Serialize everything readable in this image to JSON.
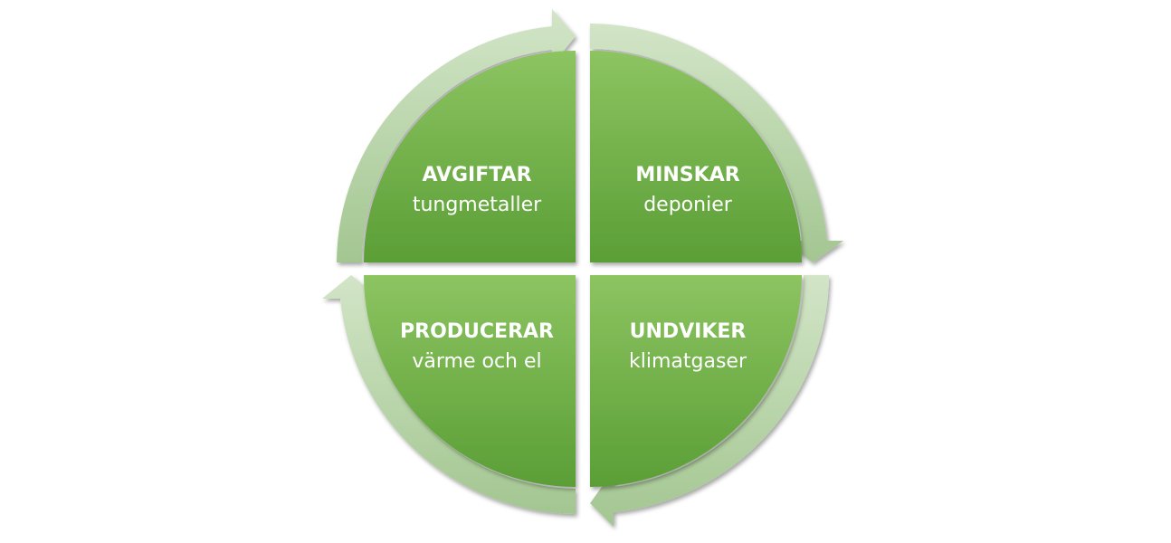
{
  "quadrants": [
    {
      "title": "AVGIFTAR",
      "subtitle": "tungmetaller"
    },
    {
      "title": "MINSKAR",
      "subtitle": "deponier"
    },
    {
      "title": "UNDVIKER",
      "subtitle": "klimatgaser"
    },
    {
      "title": "PRODUCERAR",
      "subtitle": "värme och el"
    }
  ],
  "colors": {
    "quadrant_light": "#86c05a",
    "quadrant_dark": "#5a9c34",
    "arrow_light": "#cfe3c4",
    "arrow_dark": "#9fc38c",
    "background": "#ffffff"
  }
}
